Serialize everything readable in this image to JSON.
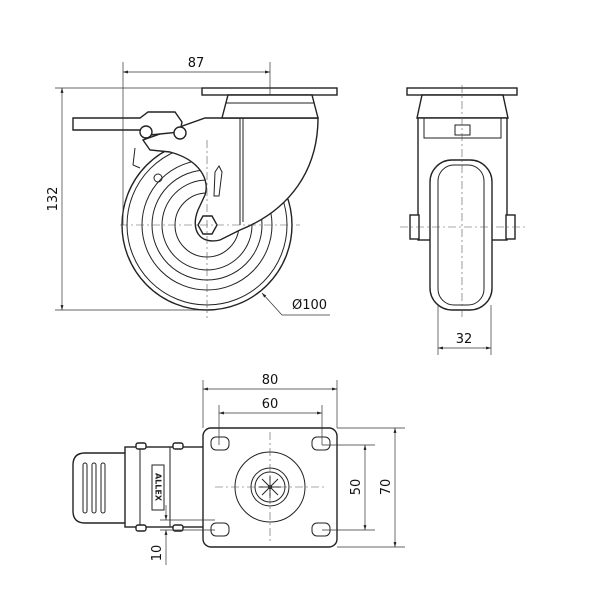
{
  "title": "Swivel castor with brake - technical drawing",
  "side_view": {
    "dim_offset": "87",
    "dim_height": "132",
    "dim_wheel_diameter": "Ø100"
  },
  "front_view": {
    "dim_wheel_width": "32"
  },
  "top_view": {
    "dim_plate_length": "80",
    "dim_hole_spacing_length": "60",
    "dim_hole_spacing_width": "50",
    "dim_plate_width": "70",
    "dim_brake_offset": "10",
    "logo": "ALLEX"
  },
  "colors": {
    "line": "#222222",
    "background": "#ffffff"
  }
}
